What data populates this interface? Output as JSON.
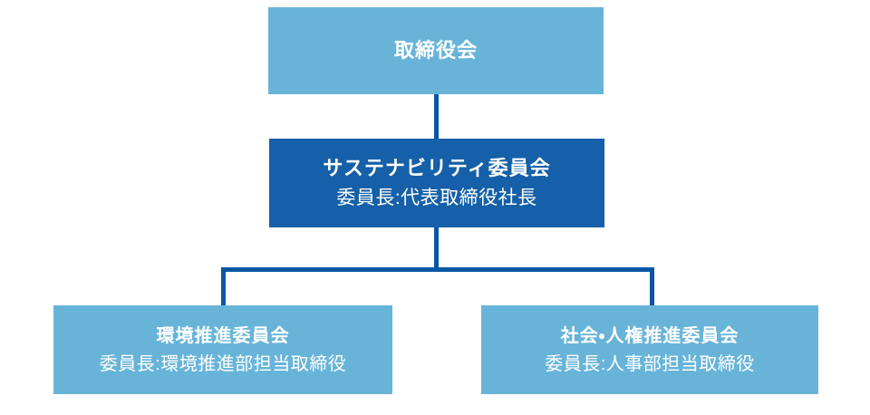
{
  "diagram": {
    "type": "org-chart",
    "colors": {
      "light_blue_box": "#68b4d9",
      "dark_blue_box": "#1560a8",
      "connector_line": "#0b56a4",
      "text": "#ffffff",
      "background": "#ffffff"
    },
    "nodes": [
      {
        "id": "board",
        "title": "取締役会",
        "subtitle": "",
        "variant": "light"
      },
      {
        "id": "sustainability",
        "title": "サステナビリティ委員会",
        "subtitle": "委員長:代表取締役社長",
        "variant": "dark"
      },
      {
        "id": "environment",
        "title": "環境推進委員会",
        "subtitle": "委員長:環境推進部担当取締役",
        "variant": "light"
      },
      {
        "id": "social",
        "title": "社会・人権推進委員会",
        "subtitle": "委員長:人事部担当取締役",
        "variant": "light"
      }
    ],
    "edges": [
      {
        "from": "board",
        "to": "sustainability"
      },
      {
        "from": "sustainability",
        "to": "environment"
      },
      {
        "from": "sustainability",
        "to": "social"
      }
    ]
  }
}
